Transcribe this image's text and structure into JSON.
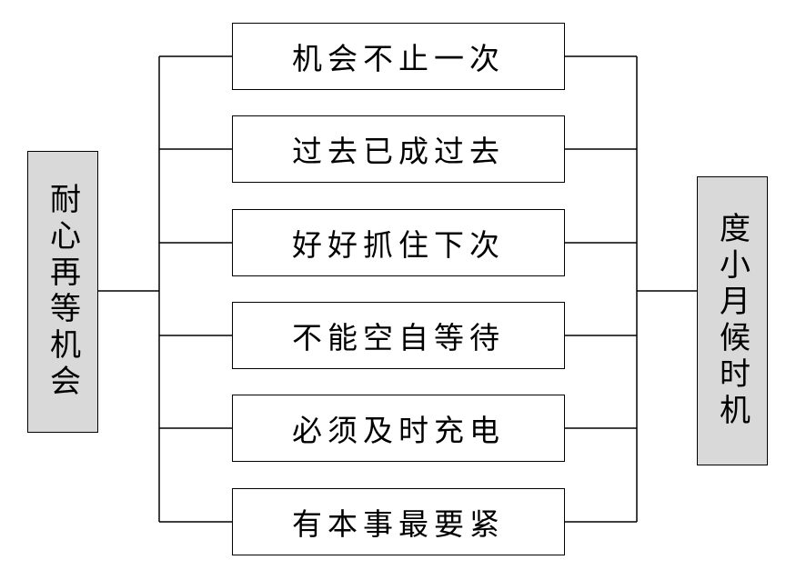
{
  "left_node": {
    "label": "耐心再等机会"
  },
  "right_node": {
    "label": "度小月候时机"
  },
  "items": [
    {
      "label": "机会不止一次"
    },
    {
      "label": "过去已成过去"
    },
    {
      "label": "好好抓住下次"
    },
    {
      "label": "不能空自等待"
    },
    {
      "label": "必须及时充电"
    },
    {
      "label": "有本事最要紧"
    }
  ],
  "colors": {
    "side_box_fill": "#d9d9d9",
    "item_box_fill": "#ffffff",
    "line": "#000000"
  }
}
